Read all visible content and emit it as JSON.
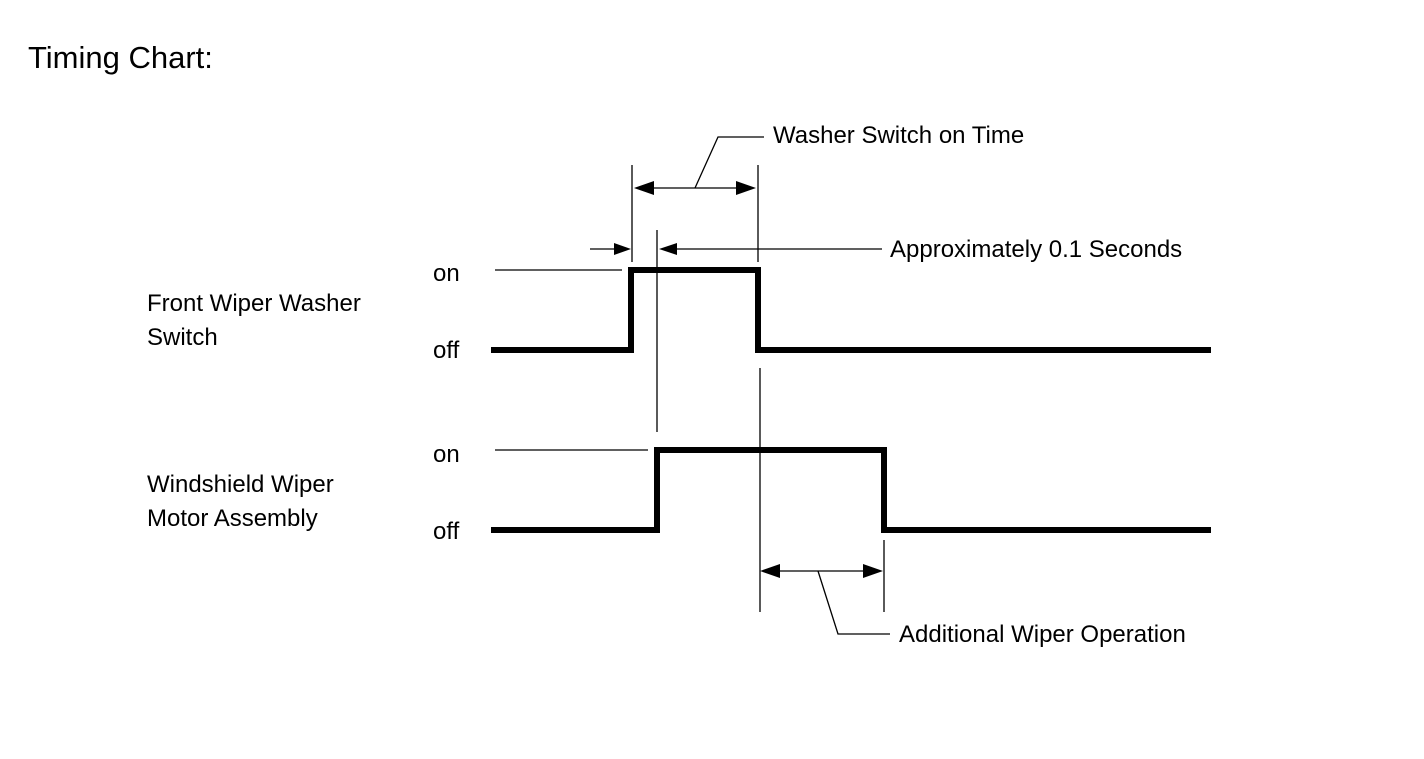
{
  "title": "Timing Chart:",
  "signals": [
    {
      "label_lines": [
        "Front Wiper Washer",
        "Switch"
      ],
      "on_label": "on",
      "off_label": "off"
    },
    {
      "label_lines": [
        "Windshield Wiper",
        "Motor Assembly"
      ],
      "on_label": "on",
      "off_label": "off"
    }
  ],
  "annotations": {
    "washer_on_time": "Washer Switch on Time",
    "delay": "Approximately 0.1 Seconds",
    "additional": "Additional Wiper Operation"
  }
}
